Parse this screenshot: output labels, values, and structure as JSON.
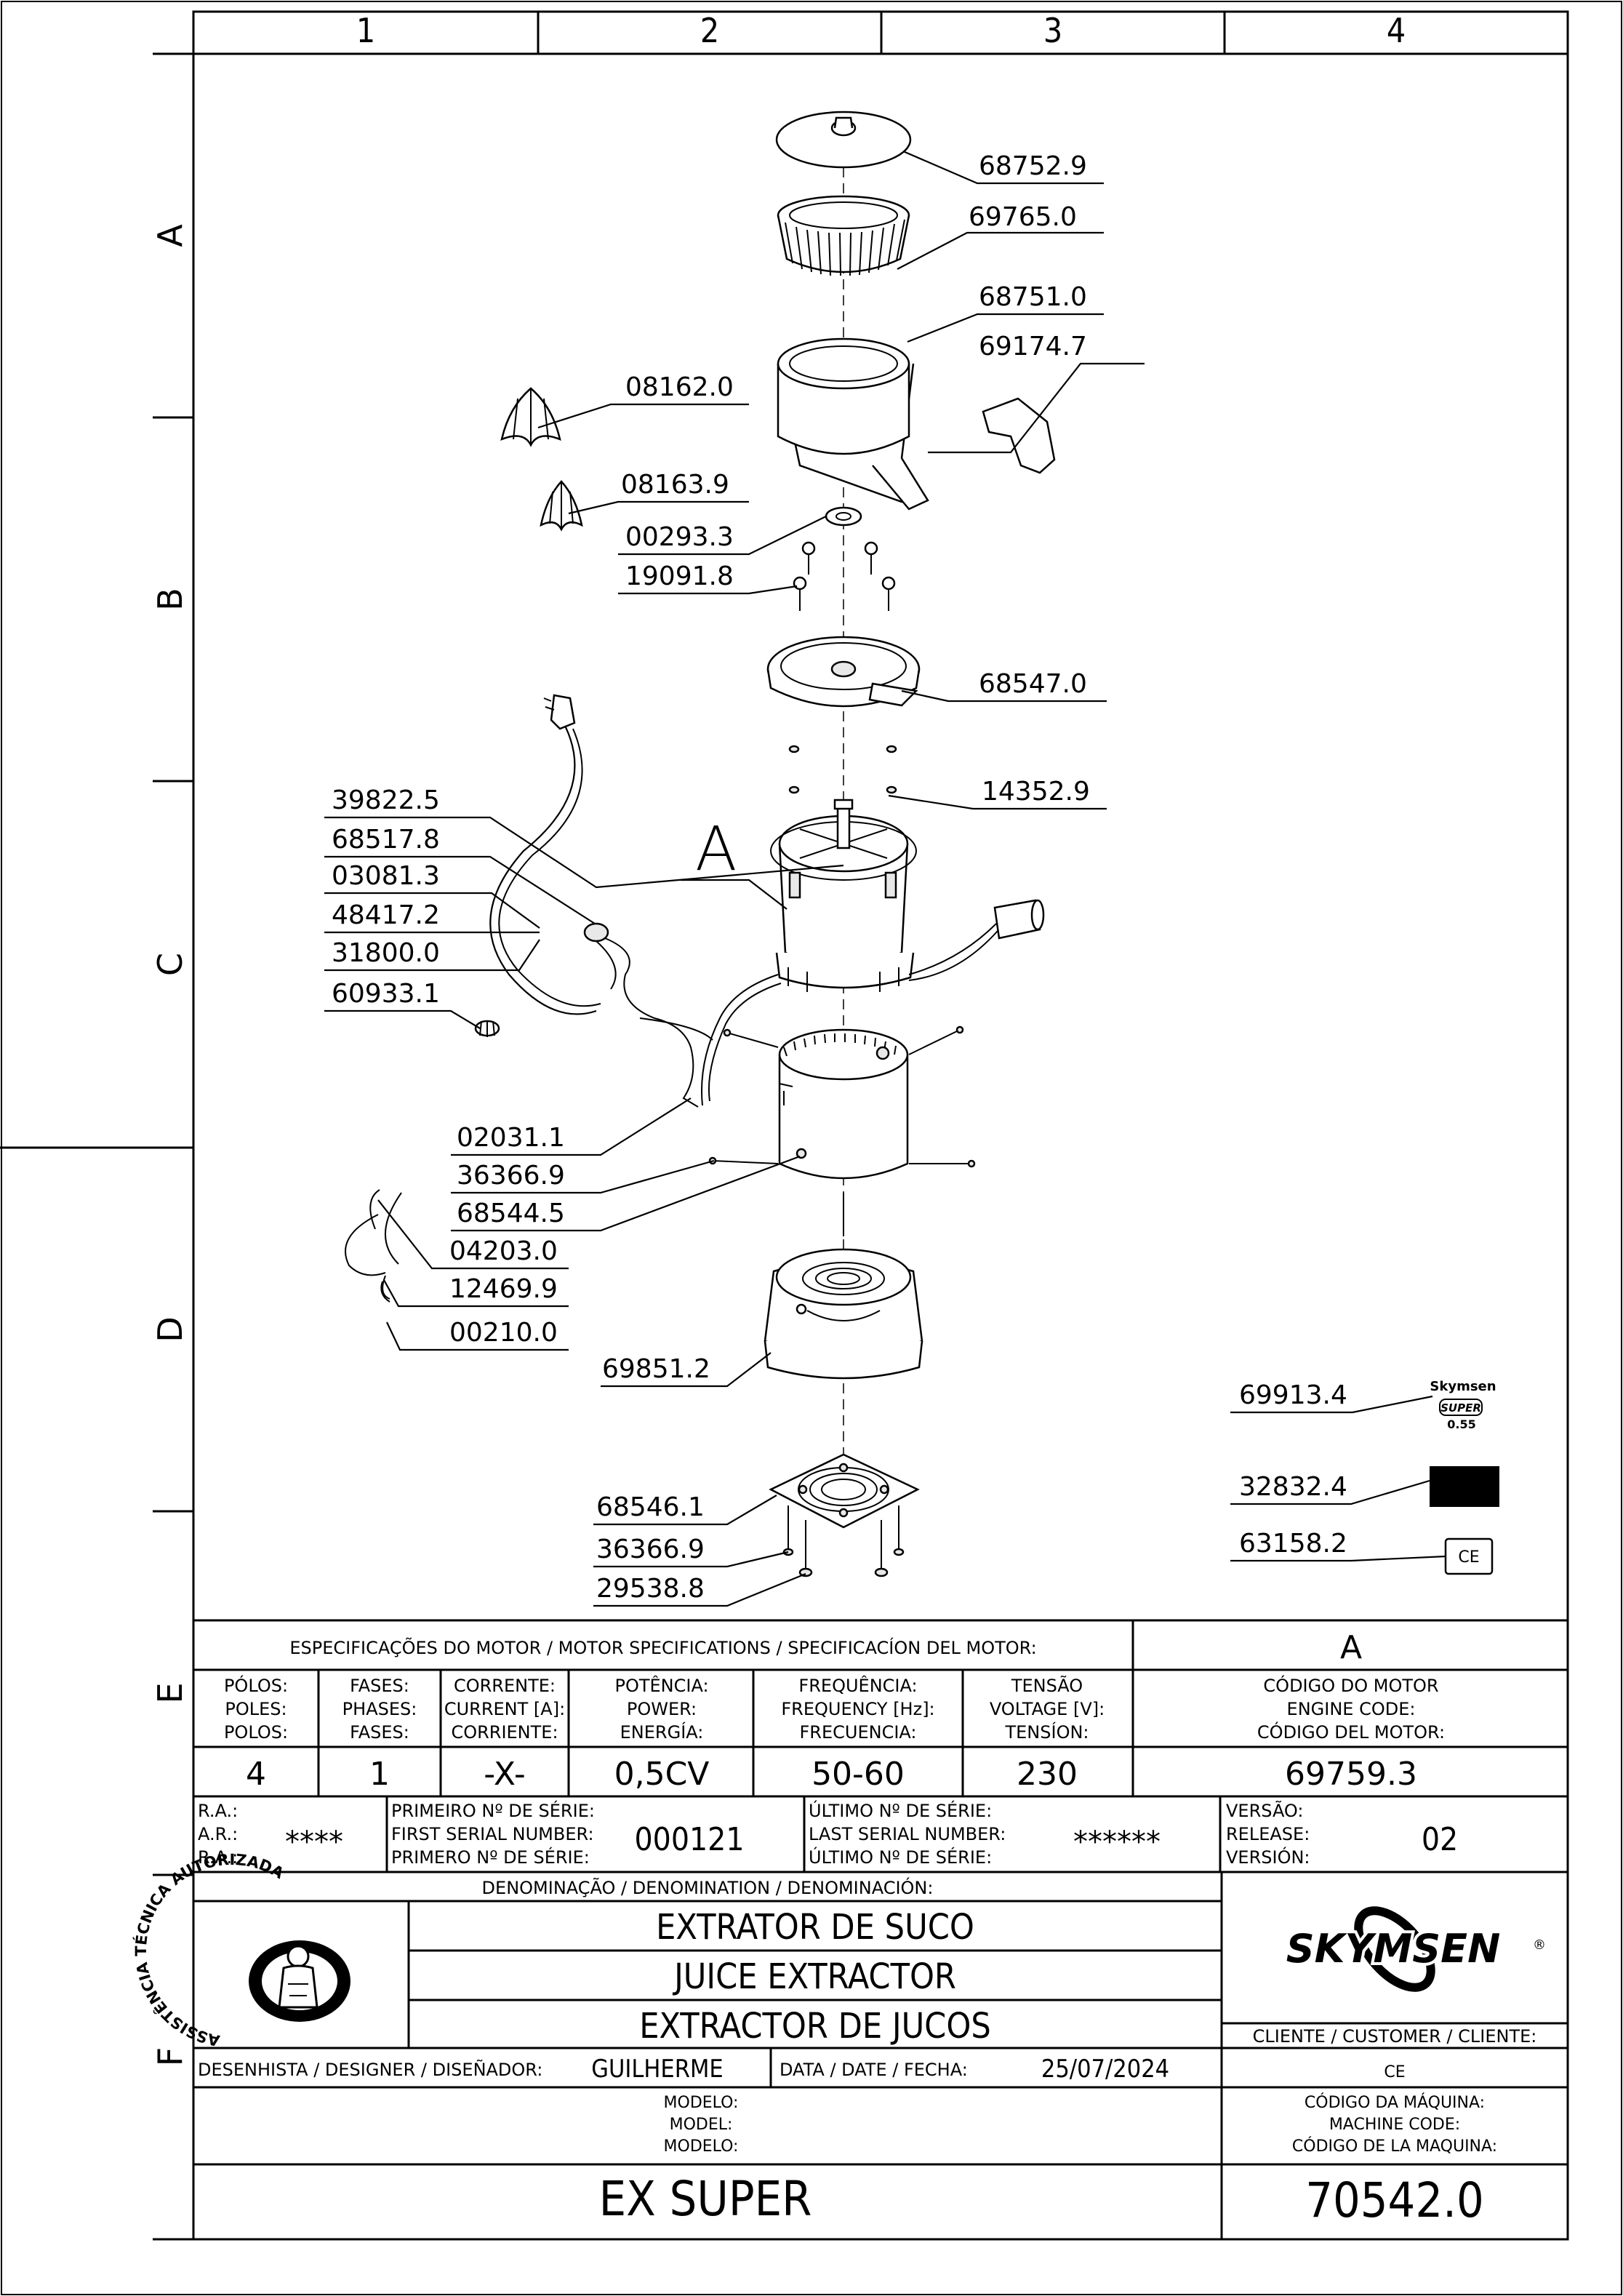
{
  "frame": {
    "columns": [
      "1",
      "2",
      "3",
      "4"
    ],
    "rows": [
      "A",
      "B",
      "C",
      "D",
      "E",
      "F"
    ]
  },
  "callouts": {
    "p68752_9": "68752.9",
    "p69765_0": "69765.0",
    "p68751_0": "68751.0",
    "p69174_7": "69174.7",
    "p08162_0": "08162.0",
    "p08163_9": "08163.9",
    "p00293_3": "00293.3",
    "p19091_8": "19091.8",
    "p68547_0": "68547.0",
    "p14352_9": "14352.9",
    "p39822_5": "39822.5",
    "p68517_8": "68517.8",
    "p03081_3": "03081.3",
    "p48417_2": "48417.2",
    "p31800_0": "31800.0",
    "p60933_1": "60933.1",
    "detail_a": "A",
    "p02031_1": "02031.1",
    "p36366_9a": "36366.9",
    "p68544_5": "68544.5",
    "p04203_0": "04203.0",
    "p12469_9": "12469.9",
    "p00210_0": "00210.0",
    "p69851_2": "69851.2",
    "p69913_4": "69913.4",
    "p32832_4": "32832.4",
    "p63158_2": "63158.2",
    "p68546_1": "68546.1",
    "p36366_9b": "36366.9",
    "p29538_8": "29538.8"
  },
  "badges": {
    "brand_small": "Skymsen",
    "super_line1": "SUPER",
    "super_line2": "0.55",
    "ce_mark": "CE"
  },
  "motor_spec": {
    "header": "ESPECIFICAÇÕES DO MOTOR / MOTOR SPECIFICATIONS / SPECIFICACÍON DEL MOTOR:",
    "detail": "A",
    "poles_pt": "PÓLOS:",
    "poles_en": "POLES:",
    "poles_es": "POLOS:",
    "poles_val": "4",
    "phases_pt": "FASES:",
    "phases_en": "PHASES:",
    "phases_es": "FASES:",
    "phases_val": "1",
    "current_pt": "CORRENTE:",
    "current_en": "CURRENT [A]:",
    "current_es": "CORRIENTE:",
    "current_val": "-X-",
    "power_pt": "POTÊNCIA:",
    "power_en": "POWER:",
    "power_es": "ENERGÍA:",
    "power_val": "0,5CV",
    "freq_pt": "FREQUÊNCIA:",
    "freq_en": "FREQUENCY [Hz]:",
    "freq_es": "FRECUENCIA:",
    "freq_val": "50-60",
    "volt_pt": "TENSÃO",
    "volt_en": "VOLTAGE [V]:",
    "volt_es": "TENSÍON:",
    "volt_val": "230",
    "code_pt": "CÓDIGO DO MOTOR",
    "code_en": "ENGINE CODE:",
    "code_es": "CÓDIGO DEL MOTOR:",
    "code_val": "69759.3"
  },
  "serial": {
    "ra1": "R.A.:",
    "ar": "A.R.:",
    "ra2": "R.A.:",
    "ra_val": "****",
    "first_pt": "PRIMEIRO Nº DE SÉRIE:",
    "first_en": "FIRST SERIAL NUMBER:",
    "first_es": "PRIMERO Nº DE SÉRIE:",
    "first_val": "000121",
    "last_pt": "ÚLTIMO Nº DE SÉRIE:",
    "last_en": "LAST SERIAL NUMBER:",
    "last_es": "ÚLTIMO Nº DE SÉRIE:",
    "last_val": "******",
    "ver_pt": "VERSÃO:",
    "ver_en": "RELEASE:",
    "ver_es": "VERSIÓN:",
    "ver_val": "02"
  },
  "title_block": {
    "denomination_header": "DENOMINAÇÃO / DENOMINATION / DENOMINACIÓN:",
    "name_pt": "EXTRATOR DE SUCO",
    "name_en": "JUICE EXTRACTOR",
    "name_es": "EXTRACTOR DE JUCOS",
    "brand": "SKYMSEN",
    "registered": "®",
    "seal_text": "ASSISTÊNCIA TÉCNICA AUTORIZADA",
    "client_label": "CLIENTE / CUSTOMER / CLIENTE:",
    "client_val": "CE",
    "designer_label": "DESENHISTA / DESIGNER / DISEÑADOR:",
    "designer_val": "GUILHERME",
    "date_label": "DATA / DATE / FECHA:",
    "date_val": "25/07/2024",
    "model_pt": "MODELO:",
    "model_en": "MODEL:",
    "model_es": "MODELO:",
    "machine_pt": "CÓDIGO DA MÁQUINA:",
    "machine_en": "MACHINE CODE:",
    "machine_es": "CÓDIGO DE LA MAQUINA:",
    "model_val": "EX SUPER",
    "machine_val": "70542.0"
  }
}
